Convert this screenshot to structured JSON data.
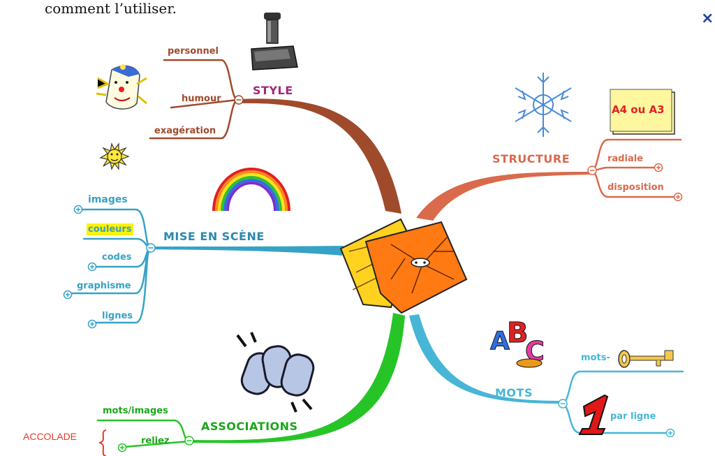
{
  "header": {
    "intro_text": "comment l’utiliser.",
    "close_label": "×"
  },
  "center_icon": "crumpled-paper-neuron-icon",
  "colors": {
    "style": "#a04a2c",
    "structure": "#d96a4c",
    "mise_en_scene": "#36a2c6",
    "associations": "#27c427",
    "mots": "#47b6d6",
    "highlight": "#fff200",
    "accolade": "#e83a2a"
  },
  "branches": {
    "style": {
      "label": "STYLE",
      "children": [
        "personnel",
        "humour",
        "exagération"
      ]
    },
    "structure": {
      "label": "STRUCTURE",
      "note": "A4 ou A3",
      "children": [
        "radiale",
        "disposition"
      ]
    },
    "mise_en_scene": {
      "label": "MISE EN SCÈNE",
      "children": [
        "images",
        "couleurs",
        "codes",
        "graphisme",
        "lignes"
      ]
    },
    "associations": {
      "label": "ASSOCIATIONS",
      "children": [
        "mots/images",
        "reliez"
      ],
      "side_label": "ACCOLADE"
    },
    "mots": {
      "label": "MOTS",
      "children": [
        "mots-",
        "par ligne"
      ],
      "number_label": "1"
    }
  },
  "icons": [
    "stamp-icon",
    "clown-icon",
    "sun-icon",
    "rainbow-icon",
    "snowflake-icon",
    "chain-icon",
    "abc-letters-icon",
    "key-icon",
    "number-one-icon"
  ]
}
